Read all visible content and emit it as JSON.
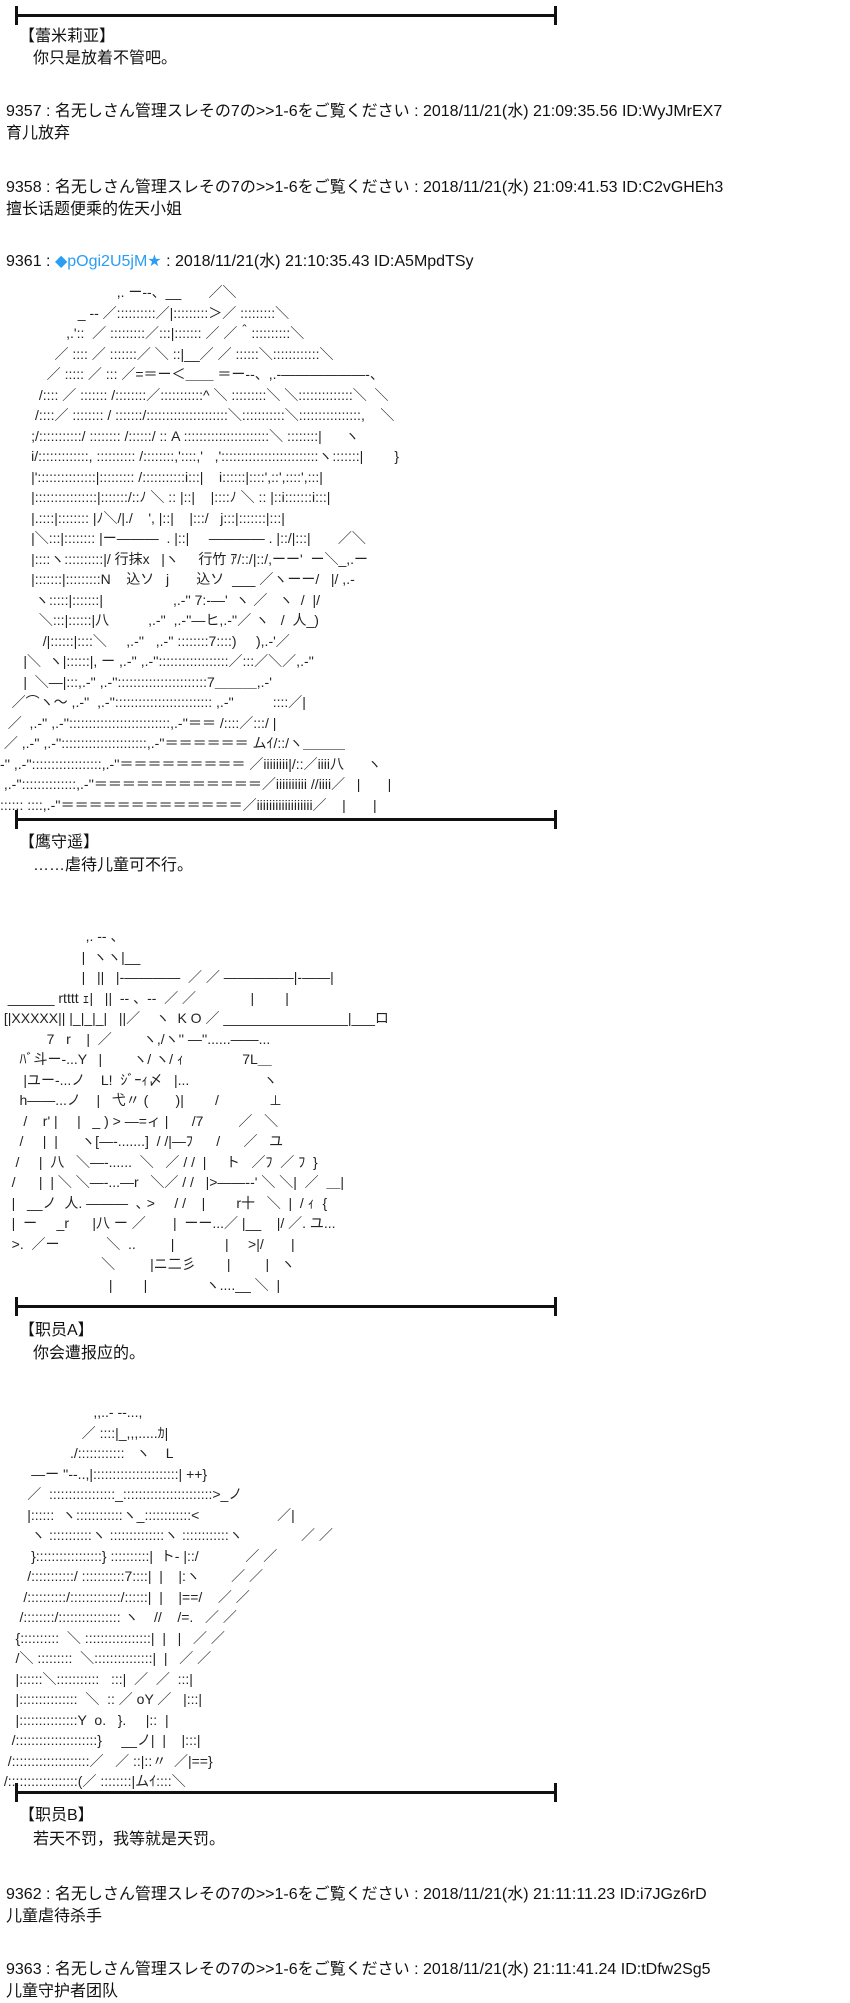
{
  "block1": {
    "speaker": "【蕾米莉亚】",
    "line": "你只是放着不管吧。"
  },
  "post9357": {
    "header": "9357 : 名无しさん管理スレその7の>>1-6をご覧ください : 2018/11/21(水) 21:09:35.56 ID:WyJMrEX7",
    "body": "育儿放弃"
  },
  "post9358": {
    "header": "9358 : 名无しさん管理スレその7の>>1-6をご覧ください : 2018/11/21(水) 21:09:41.53 ID:C2vGHEh3",
    "body": "擅长话题便乘的佐天小姐"
  },
  "post9361": {
    "number": "9361 : ",
    "trip": "◆pOgi2U5jM★",
    "rest": " : 2018/11/21(水) 21:10:35.43 ID:A5MpdTSy",
    "trip_color": "#2a9df4"
  },
  "art1": "                              ,. ー‐-、__       ／＼\n                    _ -‐ ／::::::::::／|:::::::::＞／ :::::::::＼\n                 ,.'::  ／ :::::::::／:::|::::::: ／ ／＾::::::::::＼\n              ／ :::: ／ :::::::／ ＼ ::|__／ ／ ::::::＼::::::::::::＼\n            ／ ::::: ／ ::: ／=＝ー＜＿＿ ＝ー‐‐、,.‐――――――‐、\n          /:::: ／ ::::::: /::::::::／:::::::::::^ ＼ :::::::::＼ ＼::::::::::::::＼  ＼\n         /::::／ :::::::: / :::::::/:::::::::::::::::::::＼:::::::::::＼::::::::::::::::,    ＼\n        ;/:::::::::::/ :::::::: /::::::/ :: A ::::::::::::::::::::::＼ ::::::::|      ヽ\n        i/:::::::::::::, :::::::::: /::::::::,'::::,'   ,':::::::::::::::::::::::::ヽ:::::::|        }\n        |':::::::::::::::|::::::::: /:::::::::::i:::|    i::::::|::::',::',::::',:::|\n        |::::::::::::::::|:::::::/::ﾉ ＼ :: |::|    |::::ﾉ ＼ :: |::i:::::::i:::|\n        |.::::|:::::::: |ﾉ＼/|./    ', |::|    |:::/   j:::|:::::::|:::|\n        |＼:::|:::::::: |ー―――  . |::|     ―――― . |::/|:::|       ／＼\n        |::::ヽ::::::::::|/ 行抹x   |ヽ     行竹 ｱ/::/|::/,ーー'  ー＼_,.ー\n        |:::::::|:::::::::N    込ソ   j       込ソ  ___ ／ヽーー/   |/ ,.-\n         ヽ:::::|:::::::|                  ,.-'' 7:-―'  ヽ ／   ヽ  /  |/\n          ＼:::|::::::|八          ,.-''  ,.-''―ヒ,.-''／ ヽ   /  人_)\n           /|::::::|::::＼     ,.-''   ,.-'' ::::::::7::::)     ),.-'／\n      |＼  ヽ|::::::|, ー ,.-'' ,.-''::::::::::::::::::／:::／＼／,.-''\n      |  ＼―|:::,.-'' ,.-'':::::::::::::::::::::::7＿＿＿,.-'\n   ／⌒ヽ～ ,.-''  ,.-''::::::::::::::::::::::::: ,.-''          ::::／|\n  ／  ,.-'' ,.-''::::::::::::::::::::::::::,.-''＝＝ /::::／:::/ |\n ／ ,.-'' ,.-''::::::::::::::::::::::,.-''＝＝＝＝＝＝ ムｲ/::/ヽ＿＿＿\n-'' ,.-''::::::::::::::::::,.-''＝＝＝＝＝＝＝＝＝ ／iiiiiiii|/::／iiii八      ヽ\n ,.-''::::::::::::::,.-''＝＝＝＝＝＝＝＝＝＝＝＝／iiiiiiiiii //iiii／   |       |\n:::::: ::::,.-''＝＝＝＝＝＝＝＝＝＝＝＝＝／iiiiiiiiiiiiiiiiii／    |       |",
  "block2": {
    "speaker": "【鹰守遥】",
    "line": "……虐待儿童可不行。"
  },
  "art2": "                      ,. -‐ 、\n                     |  ヽヽ|__\n                     |   ||   |‐――――  ／ ／ ―――――|‐――|\n  ______ rtttt ｪ|   ||  ‐- 、‐-  ／ ／              |        |\n [|XXXXX|| |_|_|_|   ||／    ヽ  K O ／ ________________|___ロ\n            7   r    |  ／        ヽ,/ヽ'' ―''......――...\n     ﾊﾞ斗ー-...Y   |        ヽ/ ヽ/ ｨ               7L＿\n      |ユー-...ノ    L!  ｼﾞｰｨ〆   |...                   ヽ\n     h――...ノ    |   弋〃 (       )|        /             ⊥\n      /    r' |     |   _ ) > ―=ィ |      /7         ／   ＼\n     /     |  |      ヽ[―-.......]  / /|―ﾌ      /      ／   ユ\n    /     |  八   ＼―-......  ＼   ／ / /  |     ト   ／ﾌ  ／ ﾌ  }\n   /      |  | ＼ ＼―-...―r   ＼／ / /   |>――--' ＼ ＼|  ／  ＿|\n   |   __ノ  人. ―――  ､ >     / /    |        r十   ＼  |  / ｨ  {\n   |  ー     _r      |八 ー ／       |  ーー...／ |__    |/ ／. ユ...\n   >.  ／ー            ＼  ..         |             |     >|/       |\n                          ＼         |ニ二彡        |         |   ヽ\n                            |        |               ヽ....__ ＼  |",
  "block3": {
    "speaker": "【职员A】",
    "line": "你会遭报应的。"
  },
  "art3": "                        ,,..- ‐-...,\n                     ／ ::::|_,,,.....ｶ|\n                  ./::::::::::::   ヽ    L\n        ―ー ''‐-..,|::::::::::::::::::::::| ++}\n       ／  :::::::::::::::::_:::::::::::::::::::::::>_ノ\n       |::::::  ヽ::::::::::::ヽ_::::::::::::<                    ／|\n        ヽ :::::::::::ヽ ::::::::::::::ヽ ::::::::::::ヽ               ／ ／\n        }:::::::::::::::::} ::::::::::|  ト- |::/            ／ ／\n       /:::::::::::/ :::::::::::7::::|  |    |:ヽ        ／ ／\n      /::::::::::/:::::::::::::/::::::|  |    |==/    ／ ／\n     /::::::::/:::::::::::::::: ヽ    //    /=.   ／ ／\n    {::::::::::  ＼ :::::::::::::::::|  |   |   ／ ／\n    /＼ :::::::::  ＼:::::::::::::::|  |   ／ ／\n    |::::::＼:::::::::::   :::|  ／  ／  :::|\n    |:::::::::::::::  ＼  :: ／ oY ／   |:::|\n    |:::::::::::::::Y  o.   }.     |::  |\n   /:::::::::::::::::::::}     __ノ|  |    |:::|\n  /::::::::::::::::::::／   ／ ::|::〃  ／|==}\n /::::::::::::::::::(／ ::::::::|ムｲ::::＼",
  "block4": {
    "speaker": "【职员B】",
    "line": "若天不罚，我等就是天罚。"
  },
  "post9362": {
    "header": "9362 : 名无しさん管理スレその7の>>1-6をご覧ください : 2018/11/21(水) 21:11:11.23 ID:i7JGz6rD",
    "body": "儿童虐待杀手"
  },
  "post9363": {
    "header": "9363 : 名无しさん管理スレその7の>>1-6をご覧ください : 2018/11/21(水) 21:11:41.24 ID:tDfw2Sg5",
    "body": "儿童守护者团队"
  }
}
